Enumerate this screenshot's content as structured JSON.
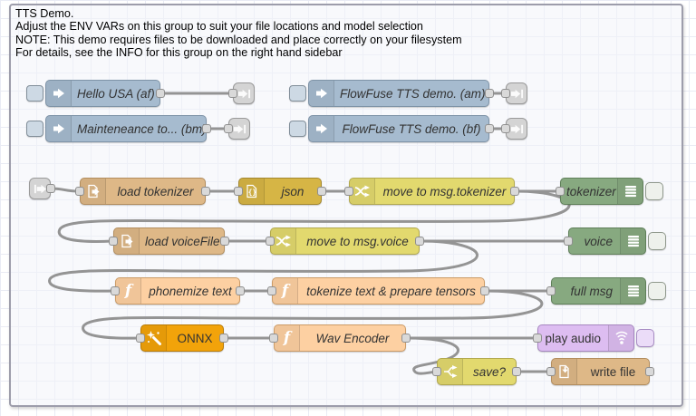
{
  "group": {
    "info_lines": [
      "TTS Demo.",
      "Adjust the ENV VARs on this group to suit your file locations and model selection",
      "NOTE: This demo requires files to be downloaded and place correctly on your filesystem",
      "For details, see the INFO for this group on the right hand sidebar"
    ]
  },
  "palette": {
    "inject": "#a6bbcf",
    "file": "#deb887",
    "json": "#d6b545",
    "change": "#e2d96e",
    "switch": "#e2d96e",
    "debug": "#87a980",
    "function": "#fdd0a2",
    "onnx": "#f2a30a",
    "play_audio": "#ddbdf1",
    "link": "#d4d4d4",
    "wire": "#949494"
  },
  "nodes": {
    "inject_hello": {
      "type": "inject",
      "label": "Hello USA (af)",
      "icon": "inject-arrow-icon"
    },
    "inject_maintenance": {
      "type": "inject",
      "label": "Mainteneance to... (bm)",
      "icon": "inject-arrow-icon"
    },
    "inject_flowfuse_am": {
      "type": "inject",
      "label": "FlowFuse TTS demo. (am)",
      "icon": "inject-arrow-icon"
    },
    "inject_flowfuse_bf": {
      "type": "inject",
      "label": "FlowFuse TTS demo. (bf)",
      "icon": "inject-arrow-icon"
    },
    "load_tokenizer": {
      "type": "file-in",
      "label": "load tokenizer",
      "icon": "file-read-icon"
    },
    "json": {
      "type": "json",
      "label": "json",
      "icon": "json-braces-icon"
    },
    "move_tokenizer": {
      "type": "change",
      "label": "move to msg.tokenizer",
      "icon": "shuffle-icon"
    },
    "debug_tokenizer": {
      "type": "debug",
      "label": "tokenizer",
      "icon": "debug-list-icon"
    },
    "load_voicefile": {
      "type": "file-in",
      "label": "load voiceFile",
      "icon": "file-read-icon"
    },
    "move_voice": {
      "type": "change",
      "label": "move to msg.voice",
      "icon": "shuffle-icon"
    },
    "debug_voice": {
      "type": "debug",
      "label": "voice",
      "icon": "debug-list-icon"
    },
    "phonemize": {
      "type": "function",
      "label": "phonemize text",
      "icon": "function-f-icon"
    },
    "tokenize": {
      "type": "function",
      "label": "tokenize text & prepare tensors",
      "icon": "function-f-icon"
    },
    "debug_fullmsg": {
      "type": "debug",
      "label": "full msg",
      "icon": "debug-list-icon"
    },
    "onnx": {
      "type": "onnx",
      "label": "ONNX",
      "icon": "magic-wand-icon"
    },
    "wav_encoder": {
      "type": "function",
      "label": "Wav Encoder",
      "icon": "function-f-icon"
    },
    "play_audio": {
      "type": "play-audio",
      "label": "play audio",
      "icon": "speaker-waves-icon"
    },
    "save_switch": {
      "type": "switch",
      "label": "save?",
      "icon": "switch-fork-icon"
    },
    "write_file": {
      "type": "file-out",
      "label": "write file",
      "icon": "file-write-icon"
    }
  }
}
